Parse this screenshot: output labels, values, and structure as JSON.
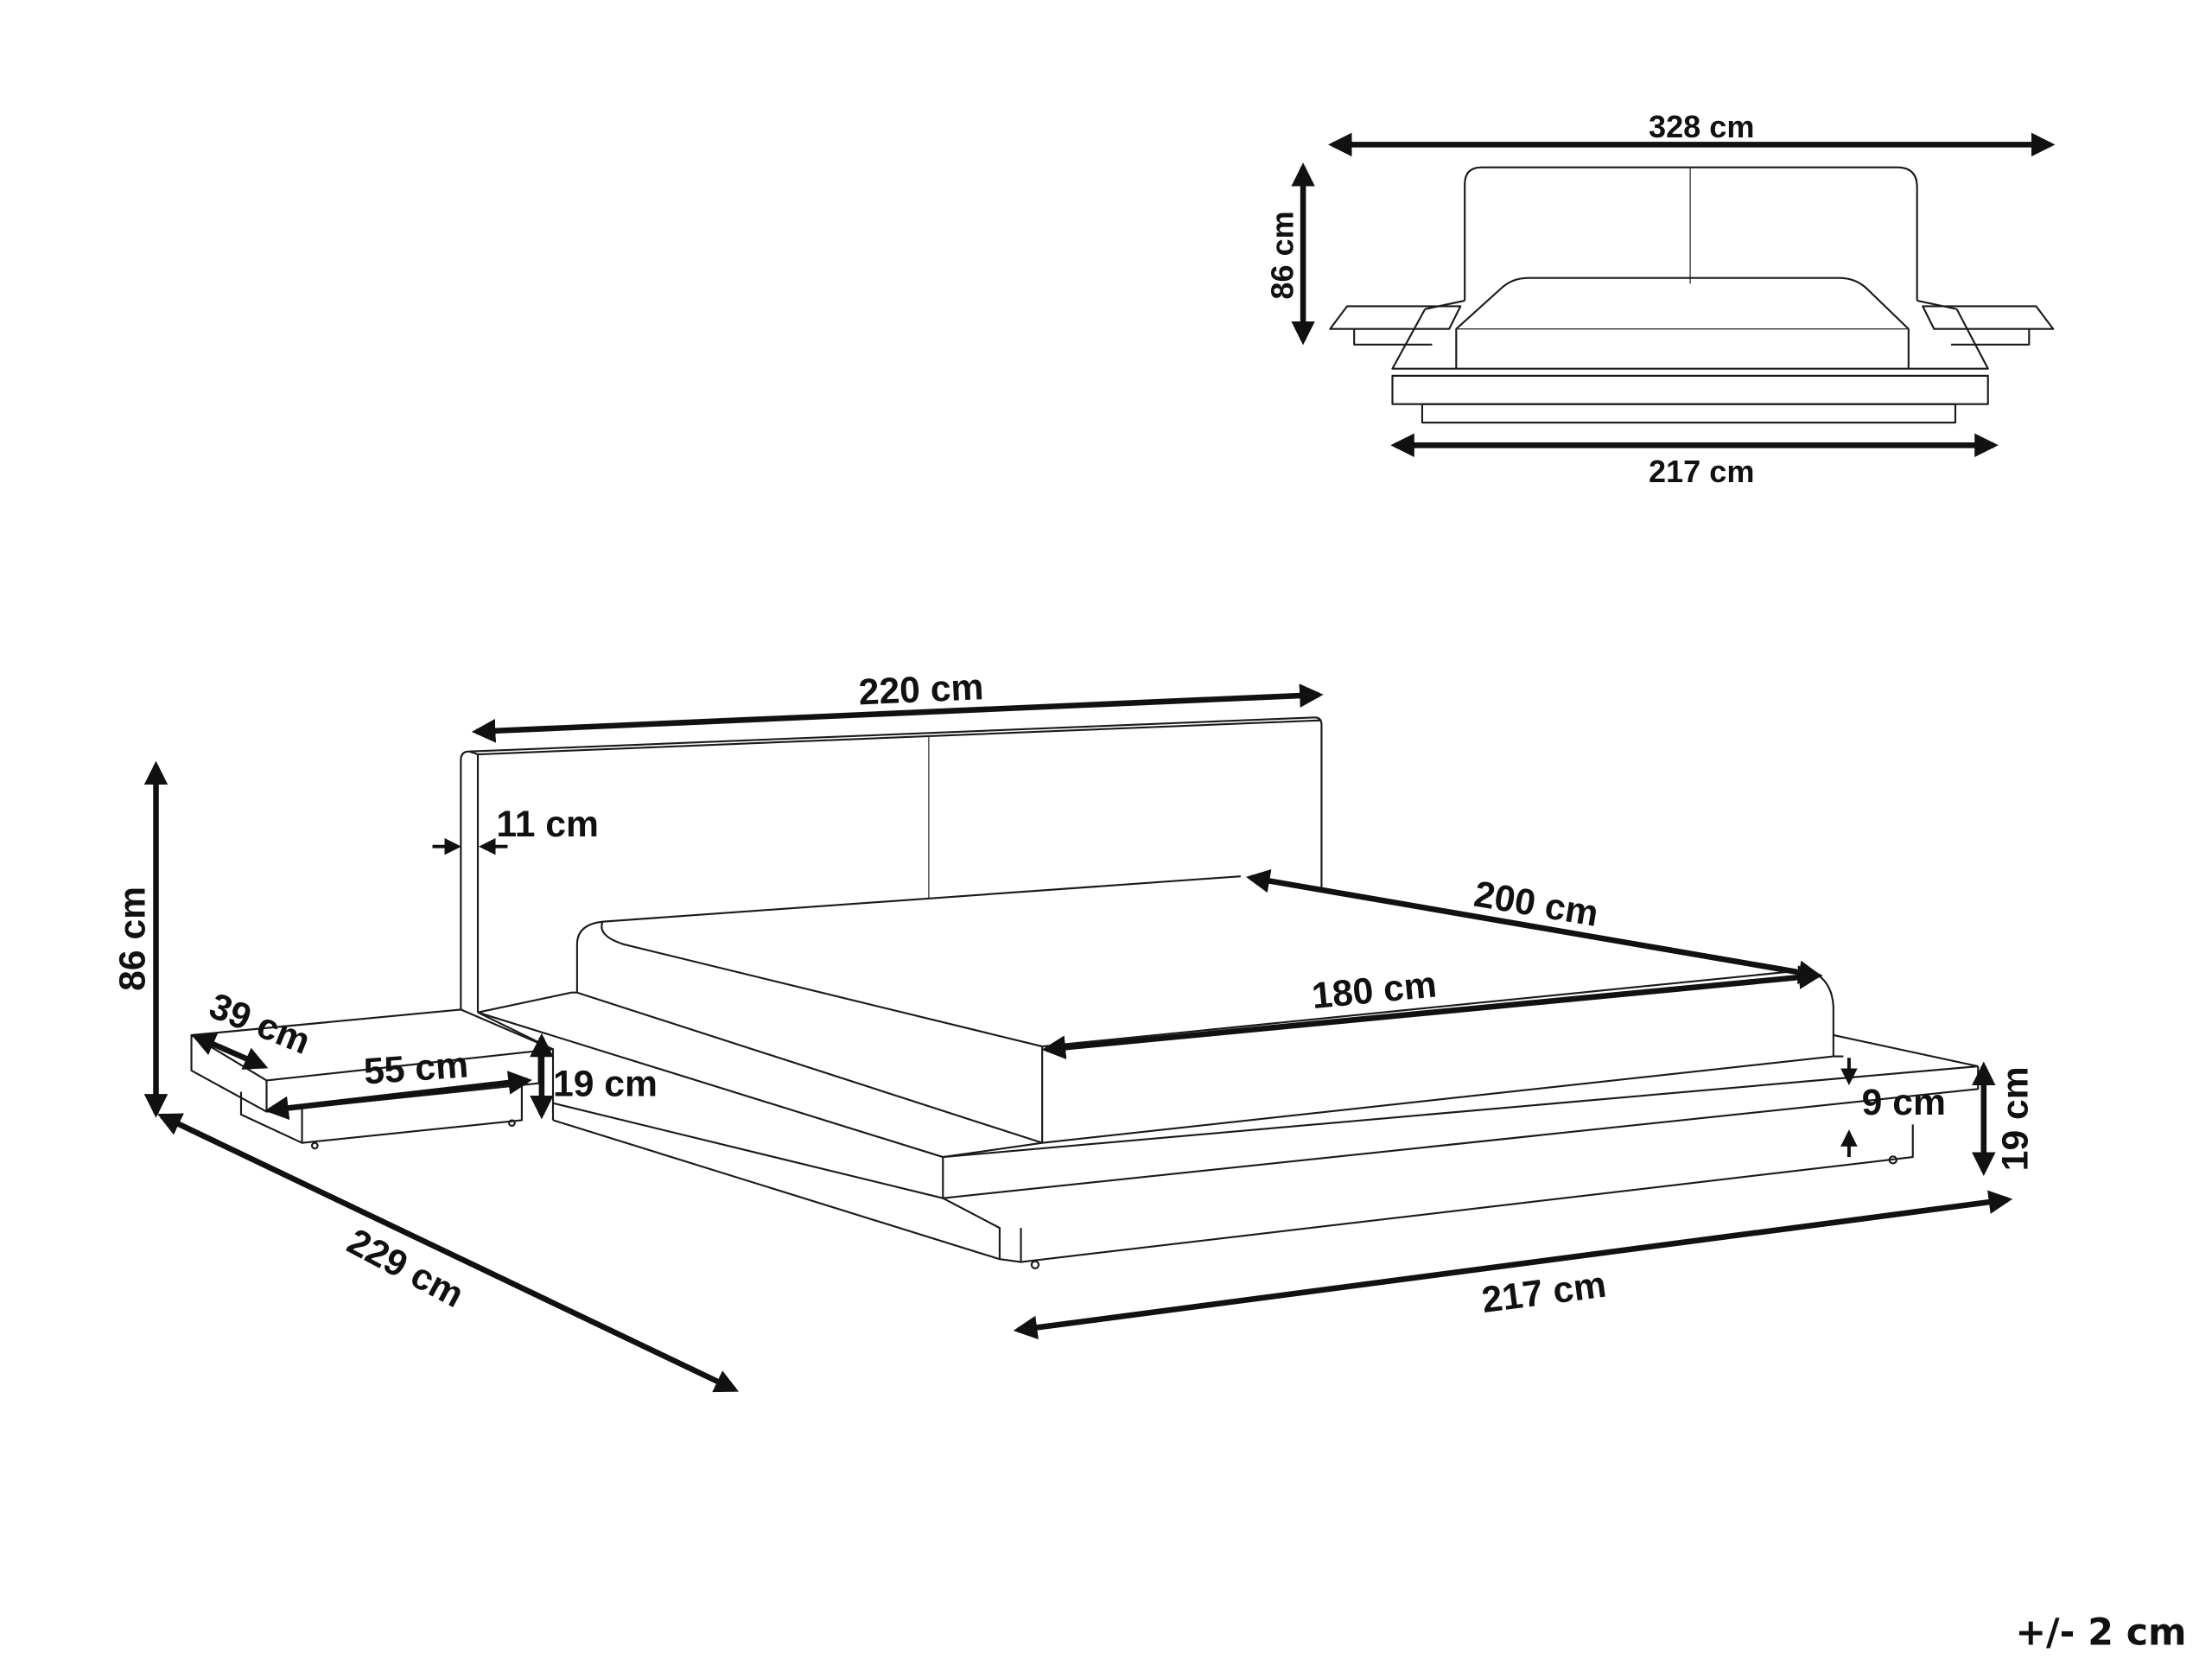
{
  "diagram": {
    "subject": "bed with attached floating nightstands – dimension drawing",
    "front_view": {
      "total_width_label": "328 cm",
      "height_label": "86 cm",
      "base_width_label": "217 cm"
    },
    "perspective_view": {
      "headboard_width_label": "220 cm",
      "headboard_thickness_label": "11 cm",
      "total_height_label": "86 cm",
      "mattress_length_label": "200 cm",
      "mattress_width_label": "180 cm",
      "nightstand_depth_label": "39 cm",
      "nightstand_width_label": "55 cm",
      "nightstand_height_label": "19 cm",
      "frame_height_label": "19 cm",
      "frame_top_gap_label": "9 cm",
      "total_length_label": "229 cm",
      "frame_width_label": "217 cm"
    },
    "tolerance_label": "+/- 2 cm"
  },
  "colors": {
    "line": "#1a1a1a",
    "background": "#ffffff"
  }
}
